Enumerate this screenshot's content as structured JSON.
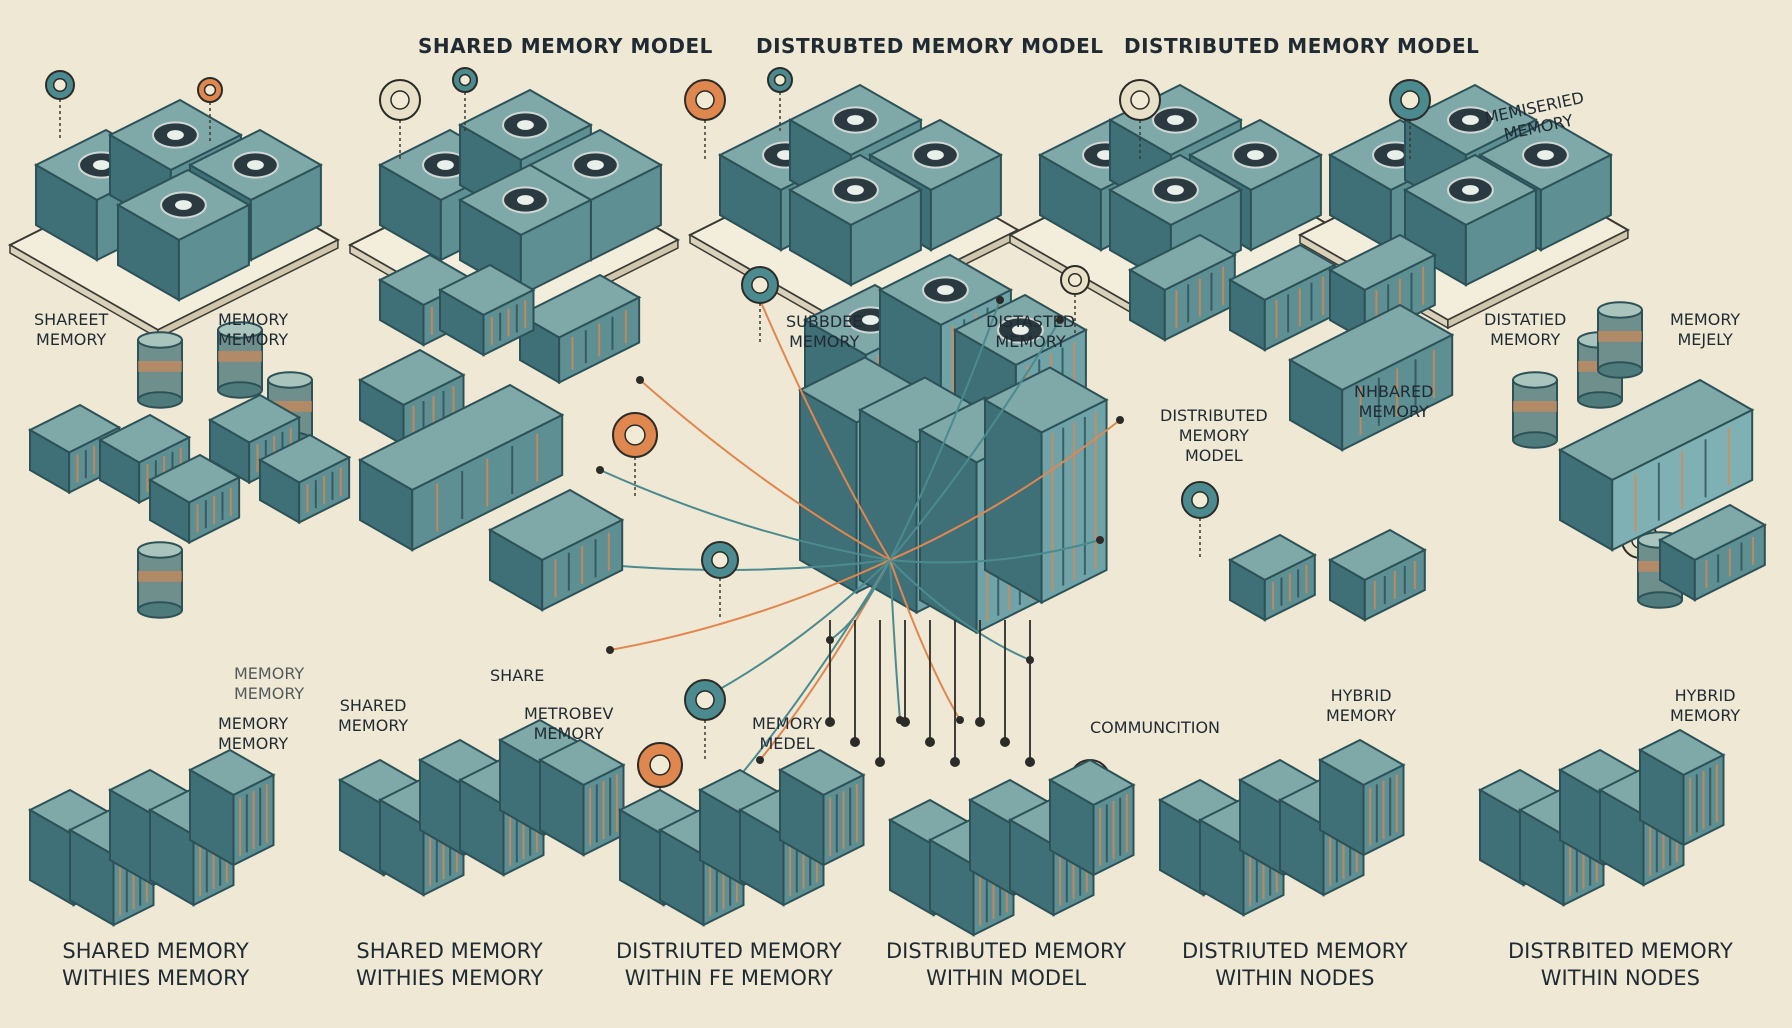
{
  "header": {
    "titles": [
      "SHARED MEMORY MODEL",
      "DISTRUBTED MEMORY MODEL",
      "DISTRIBUTED MEMORY MODEL"
    ]
  },
  "labels": [
    {
      "key": "shared_memory_a",
      "lines": [
        "SHAREET",
        "MEMORY"
      ]
    },
    {
      "key": "memory_a",
      "lines": [
        "MEMORY",
        "MEMORY"
      ]
    },
    {
      "key": "subbece_memory",
      "lines": [
        "SUBBDEE",
        "MEMORY"
      ]
    },
    {
      "key": "distasted_memory",
      "lines": [
        "DISTASTED",
        "MEMORY"
      ]
    },
    {
      "key": "distatied_memory",
      "lines": [
        "DISTATIED",
        "MEMORY"
      ]
    },
    {
      "key": "memory_mejely",
      "lines": [
        "MEMORY",
        "MEJELY"
      ]
    },
    {
      "key": "memiseried_memory",
      "lines": [
        "MEMISERIED",
        "MEMORY"
      ]
    },
    {
      "key": "distributed_memory_model",
      "lines": [
        "DISTRIBUTED",
        "MEMORY",
        "MODEL"
      ]
    },
    {
      "key": "nhbared_memory",
      "lines": [
        "NHBARED",
        "MEMORY"
      ]
    },
    {
      "key": "memory_b",
      "lines": [
        "MEMORY",
        "MEMORY"
      ]
    },
    {
      "key": "shared_memory_b",
      "lines": [
        "SHARED",
        "MEMORY"
      ]
    },
    {
      "key": "shared_c",
      "lines": [
        "SHARE"
      ]
    },
    {
      "key": "memory_c",
      "lines": [
        "MEMORY",
        "MEMORY"
      ]
    },
    {
      "key": "metrobev_memory",
      "lines": [
        "METROBEV",
        "MEMORY"
      ]
    },
    {
      "key": "memory_wedel",
      "lines": [
        "MEMORY",
        "MEDEL"
      ]
    },
    {
      "key": "communciation",
      "lines": [
        "COMMUNCITION"
      ]
    },
    {
      "key": "hybrid_memory_a",
      "lines": [
        "HYBRID",
        "MEMORY"
      ]
    },
    {
      "key": "hybrid_memory_b",
      "lines": [
        "HYBRID",
        "MEMORY"
      ]
    }
  ],
  "footer": [
    {
      "key": "f1",
      "lines": [
        "SHARED MEMORY",
        "WITHIES MEMORY"
      ]
    },
    {
      "key": "f2",
      "lines": [
        "SHARED MEMORY",
        "WITHIES MEMORY"
      ]
    },
    {
      "key": "f3",
      "lines": [
        "DISTRIUTED MEMORY",
        "WITHIN FE MEMORY"
      ]
    },
    {
      "key": "f4",
      "lines": [
        "DISTRIBUTED MEMORY",
        "WITHIN MODEL"
      ]
    },
    {
      "key": "f5",
      "lines": [
        "DISTRIUTED MEMORY",
        "WITHIN NODES"
      ]
    },
    {
      "key": "f6",
      "lines": [
        "DISTRBITED MEMORY",
        "WITHIN NODES"
      ]
    }
  ],
  "colors": {
    "background": "#efe8d4",
    "teal": "#4b8b8f",
    "teal_dark": "#2c5258",
    "orange": "#e0874f",
    "ink": "#1f2a33",
    "platform": "#f3eddc"
  }
}
